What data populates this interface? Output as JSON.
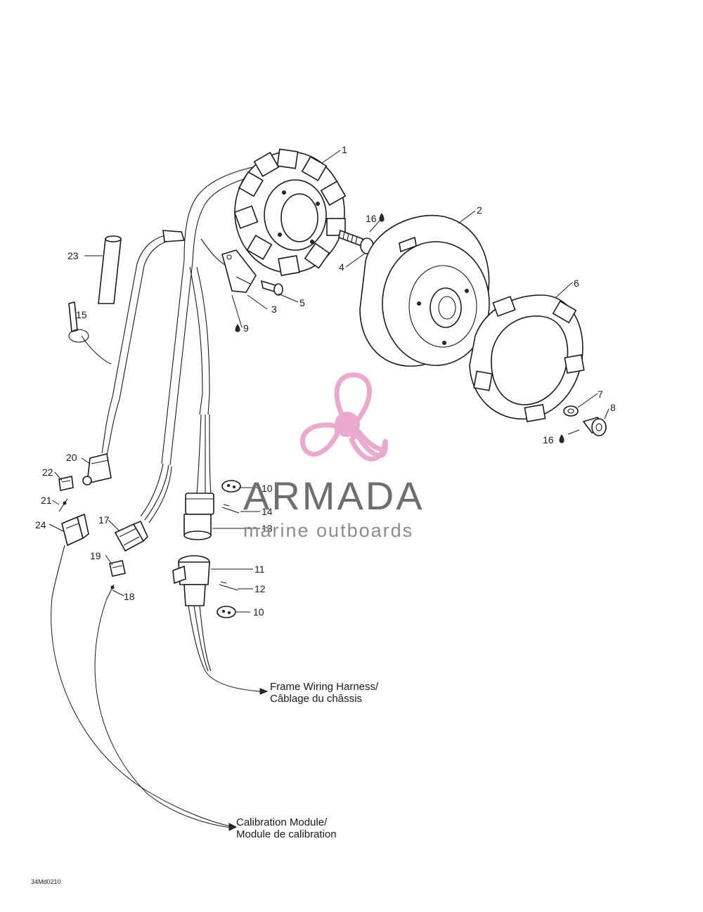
{
  "diagram": {
    "parts": [
      {
        "id": "1",
        "label": "1"
      },
      {
        "id": "2",
        "label": "2"
      },
      {
        "id": "3",
        "label": "3"
      },
      {
        "id": "4",
        "label": "4"
      },
      {
        "id": "5",
        "label": "5"
      },
      {
        "id": "6",
        "label": "6"
      },
      {
        "id": "7",
        "label": "7"
      },
      {
        "id": "8",
        "label": "8"
      },
      {
        "id": "9",
        "label": "9"
      },
      {
        "id": "10a",
        "label": "10"
      },
      {
        "id": "10b",
        "label": "10"
      },
      {
        "id": "11",
        "label": "11"
      },
      {
        "id": "12",
        "label": "12"
      },
      {
        "id": "13",
        "label": "13"
      },
      {
        "id": "14",
        "label": "14"
      },
      {
        "id": "15",
        "label": "15"
      },
      {
        "id": "16a",
        "label": "16"
      },
      {
        "id": "16b",
        "label": "16"
      },
      {
        "id": "17",
        "label": "17"
      },
      {
        "id": "18",
        "label": "18"
      },
      {
        "id": "19",
        "label": "19"
      },
      {
        "id": "20",
        "label": "20"
      },
      {
        "id": "21",
        "label": "21"
      },
      {
        "id": "22",
        "label": "22"
      },
      {
        "id": "23",
        "label": "23"
      },
      {
        "id": "24",
        "label": "24"
      }
    ],
    "notes": {
      "frame_line1": "Frame Wiring Harness/",
      "frame_line2": "Câblage du châssis",
      "calib_line1": "Calibration Module/",
      "calib_line2": "Module de calibration"
    },
    "code": "34Md0210"
  },
  "watermark": {
    "brand": "ARMADA",
    "tagline": "marine outboards",
    "logo_icon": "propeller-logo-icon",
    "accent_color": "#e8a6cc"
  },
  "colors": {
    "ink": "#1a1a1a",
    "paper": "#ffffff",
    "watermark_text": "#6e6e6e"
  }
}
